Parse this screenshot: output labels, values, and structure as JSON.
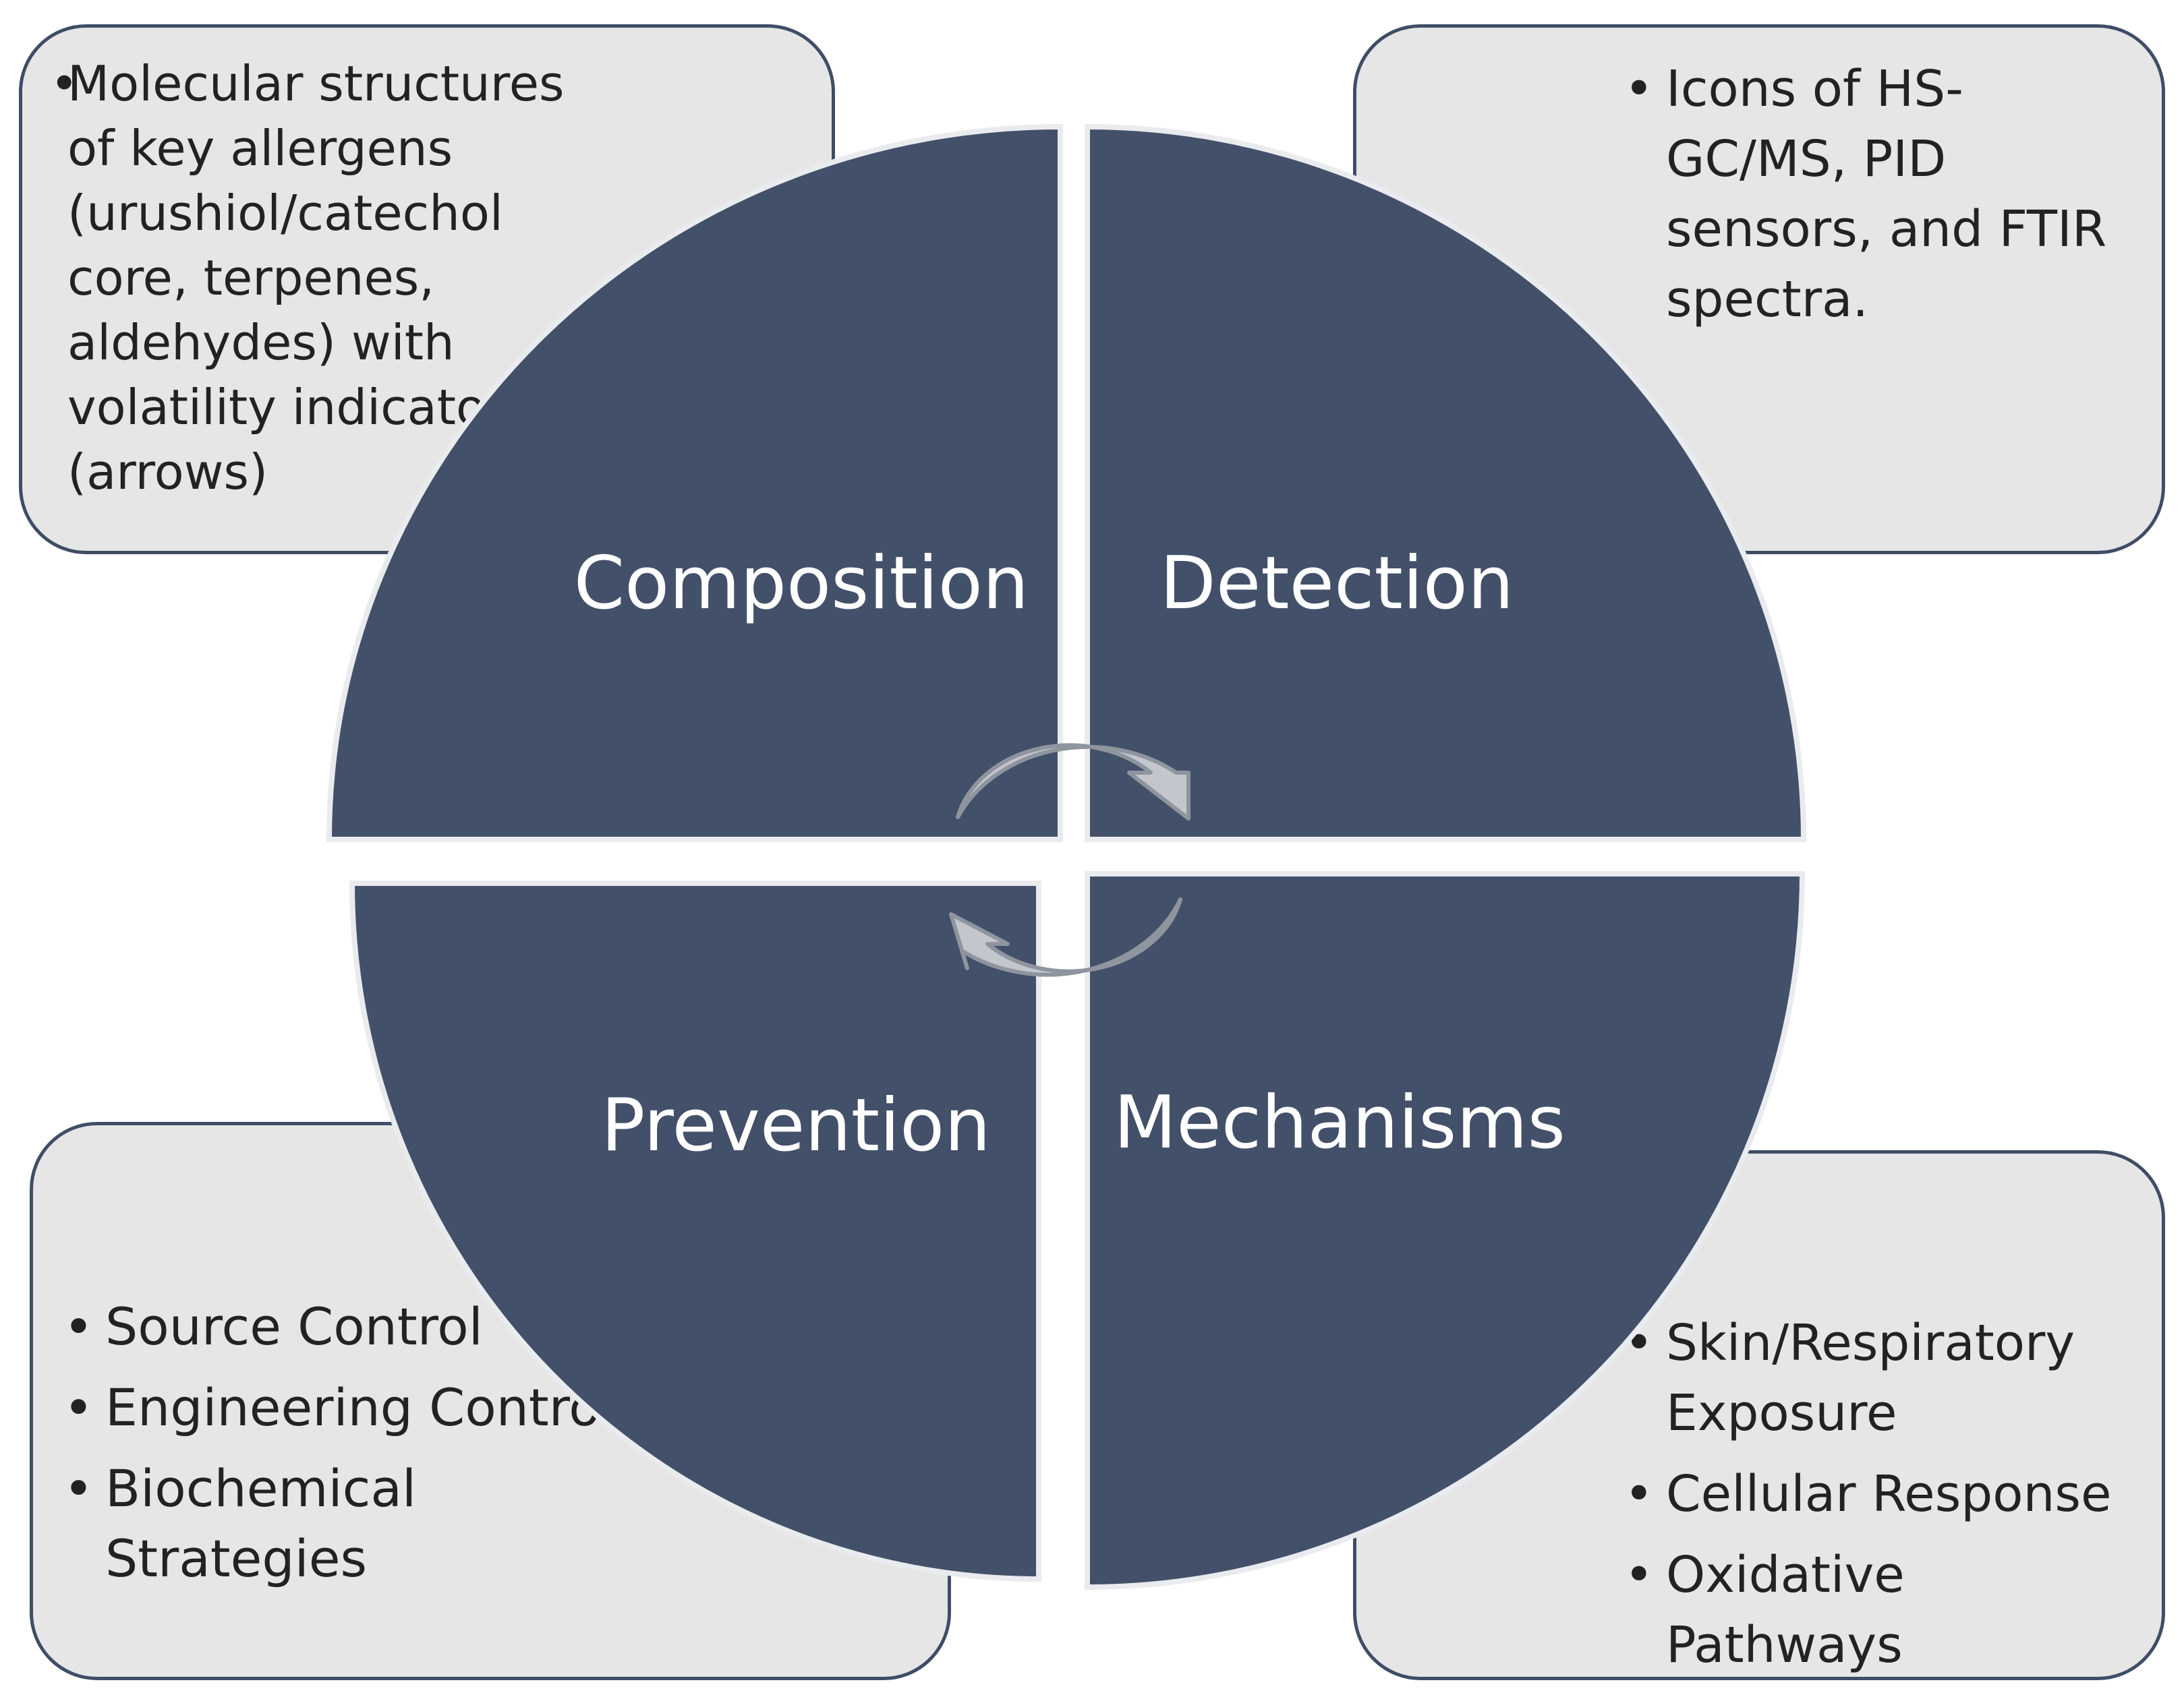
{
  "quadrants": {
    "composition": "Composition",
    "detection": "Detection",
    "prevention": "Prevention",
    "mechanisms": "Mechanisms"
  },
  "boxes": {
    "composition": {
      "bullet": "•",
      "lines": [
        "Molecular structures",
        "of key allergens",
        "(urushiol/catechol",
        "core, terpenes,",
        "aldehydes) with",
        "volatility indicators",
        "(arrows)"
      ]
    },
    "detection": {
      "bullet": "•",
      "lines": [
        "Icons of HS-",
        "GC/MS, PID",
        "sensors, and FTIR",
        "spectra."
      ]
    },
    "prevention": {
      "bullet": "•",
      "items": [
        {
          "lines": [
            "Source Control"
          ]
        },
        {
          "lines": [
            "Engineering Controls"
          ]
        },
        {
          "lines": [
            "Biochemical",
            "Strategies"
          ]
        }
      ]
    },
    "mechanisms": {
      "bullet": "•",
      "items": [
        {
          "lines": [
            "Skin/Respiratory",
            "Exposure"
          ]
        },
        {
          "lines": [
            "Cellular Response"
          ]
        },
        {
          "lines": [
            "Oxidative",
            "Pathways"
          ]
        }
      ]
    }
  },
  "colors": {
    "quadrant_fill": "#435069",
    "box_fill": "#e6e6e6",
    "box_border": "#3f4d66",
    "arrow_fill": "#c3c6cd",
    "arrow_stroke": "#8f959f"
  }
}
